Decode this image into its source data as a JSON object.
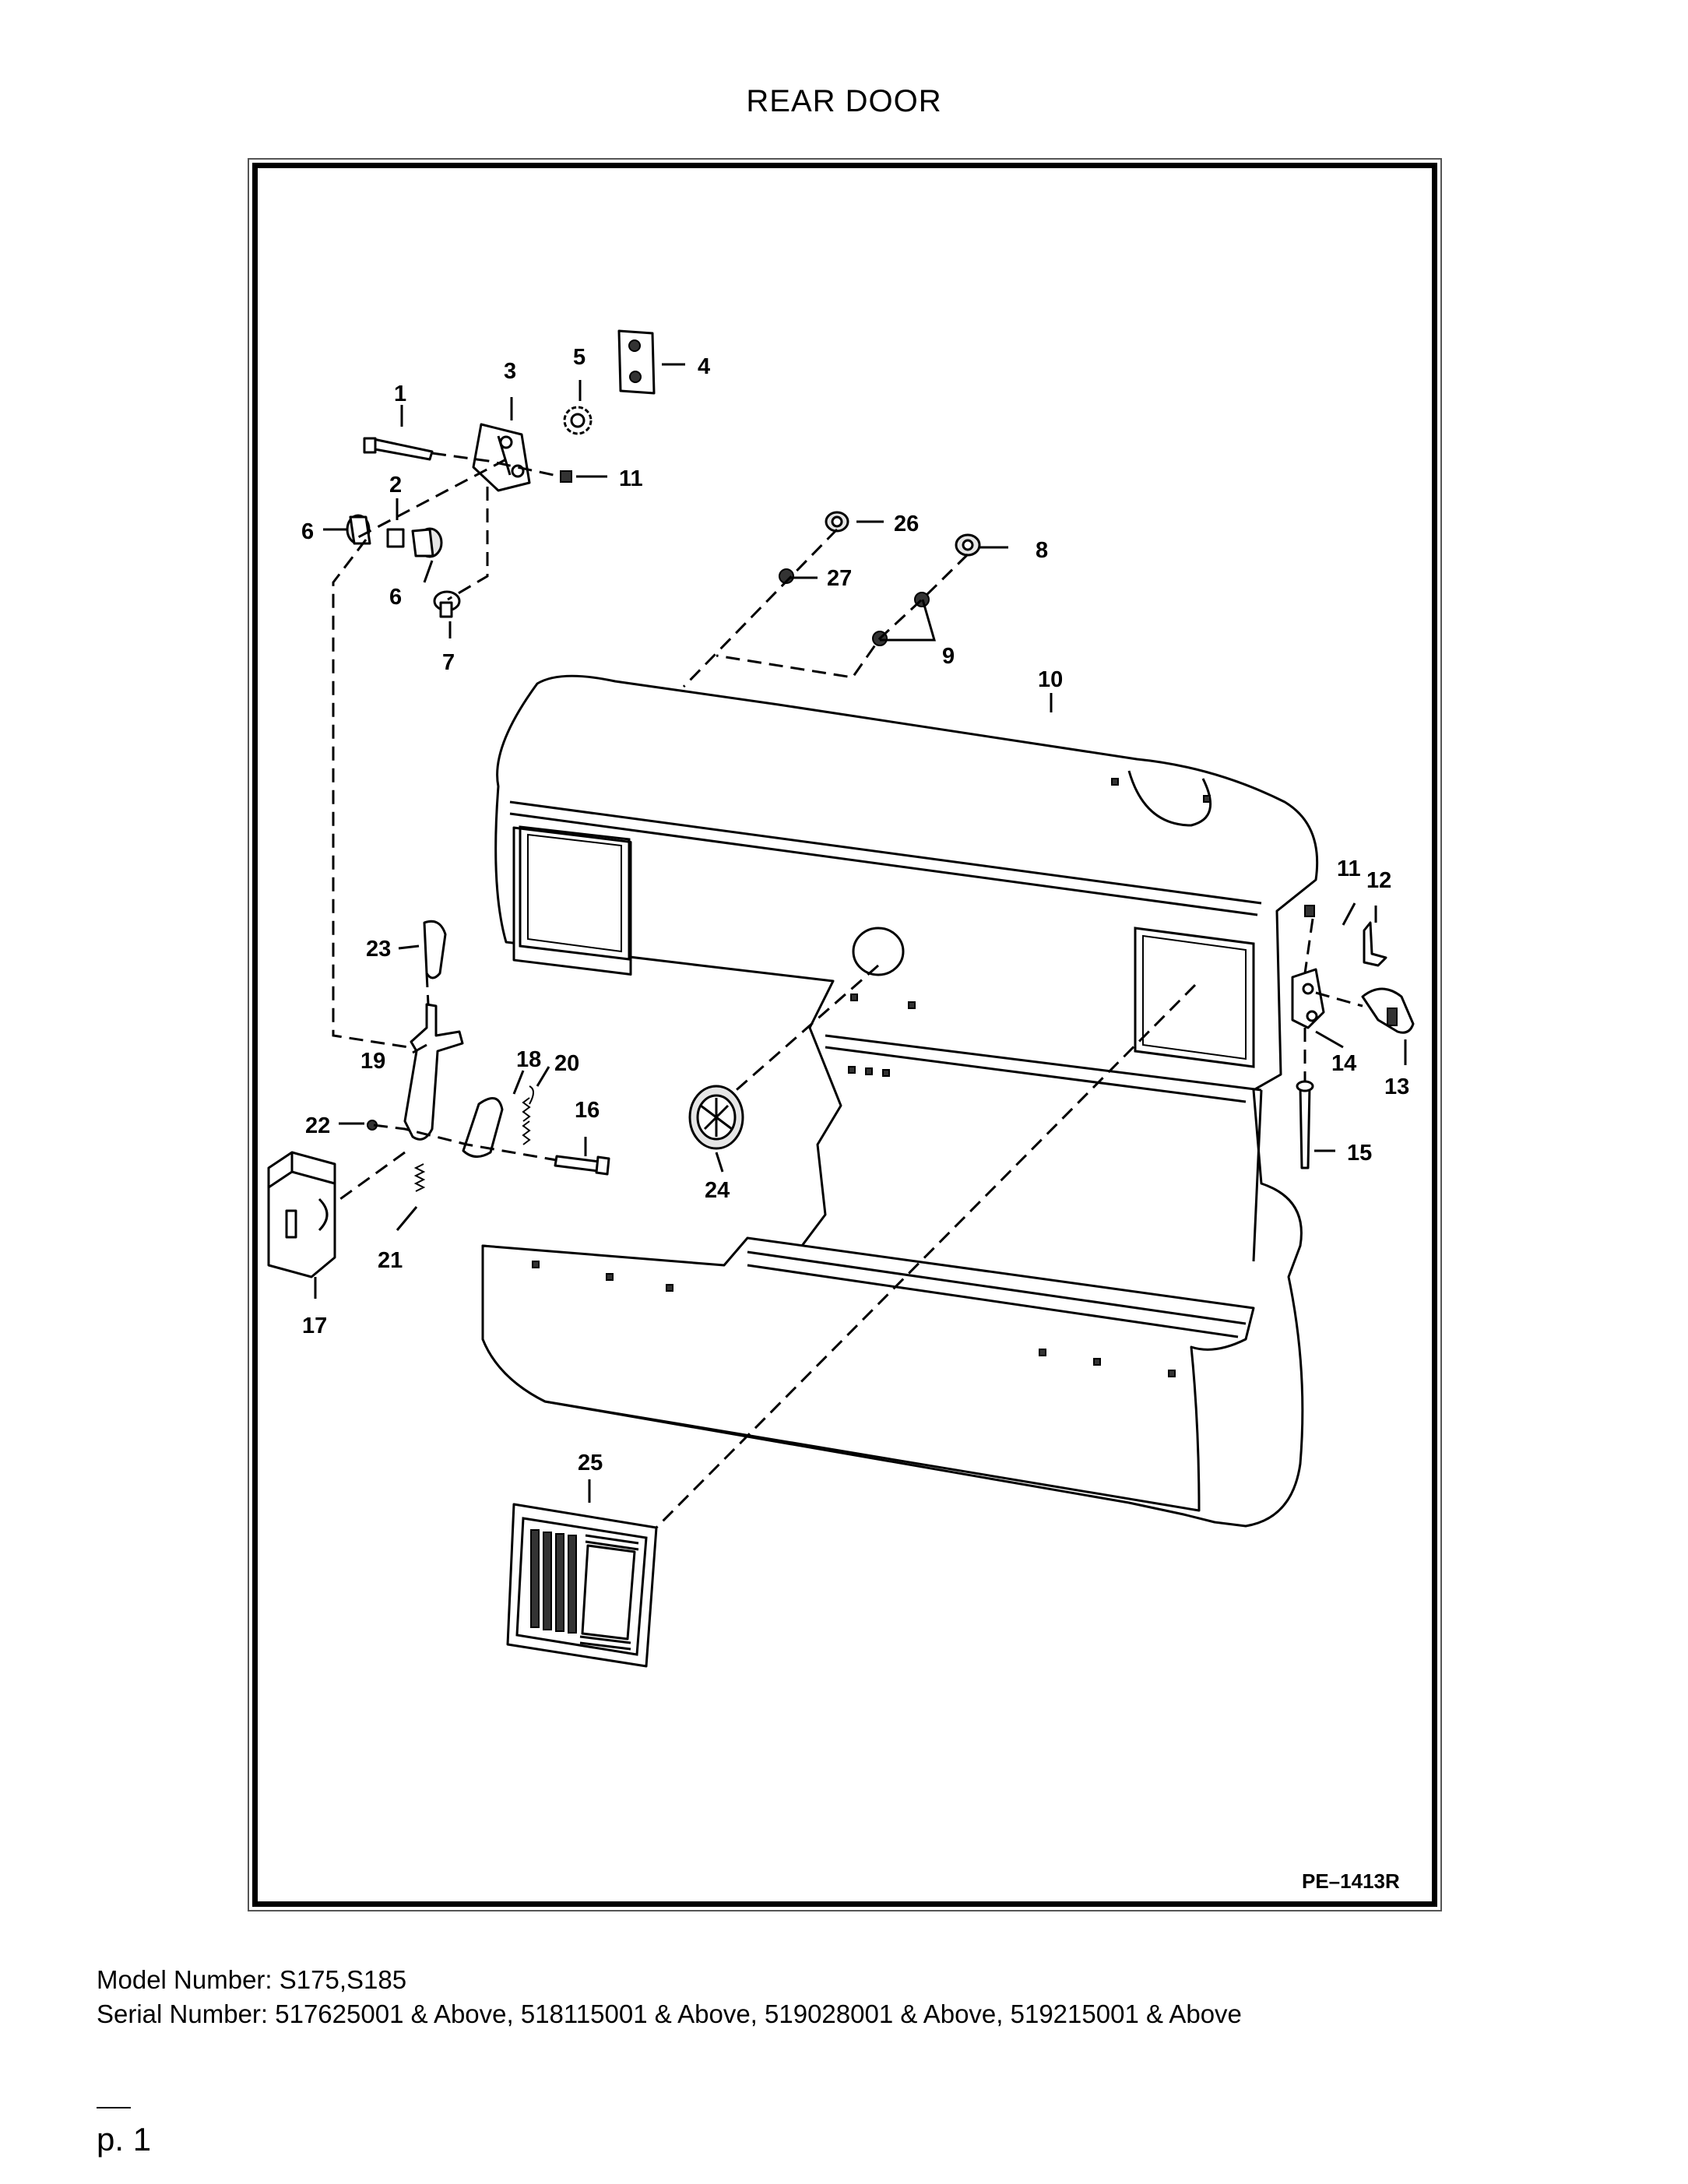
{
  "title": "REAR DOOR",
  "figure_ref": "PE–1413R",
  "callouts": [
    {
      "id": "1",
      "label": "1"
    },
    {
      "id": "2",
      "label": "2"
    },
    {
      "id": "3",
      "label": "3"
    },
    {
      "id": "4",
      "label": "4"
    },
    {
      "id": "5",
      "label": "5"
    },
    {
      "id": "6a",
      "label": "6"
    },
    {
      "id": "6b",
      "label": "6"
    },
    {
      "id": "7",
      "label": "7"
    },
    {
      "id": "8",
      "label": "8"
    },
    {
      "id": "9",
      "label": "9"
    },
    {
      "id": "10",
      "label": "10"
    },
    {
      "id": "11a",
      "label": "11"
    },
    {
      "id": "11b",
      "label": "11"
    },
    {
      "id": "12",
      "label": "12"
    },
    {
      "id": "13",
      "label": "13"
    },
    {
      "id": "14",
      "label": "14"
    },
    {
      "id": "15",
      "label": "15"
    },
    {
      "id": "16",
      "label": "16"
    },
    {
      "id": "17",
      "label": "17"
    },
    {
      "id": "18",
      "label": "18"
    },
    {
      "id": "19",
      "label": "19"
    },
    {
      "id": "20",
      "label": "20"
    },
    {
      "id": "21",
      "label": "21"
    },
    {
      "id": "22",
      "label": "22"
    },
    {
      "id": "23",
      "label": "23"
    },
    {
      "id": "24",
      "label": "24"
    },
    {
      "id": "25",
      "label": "25"
    },
    {
      "id": "26",
      "label": "26"
    },
    {
      "id": "27",
      "label": "27"
    }
  ],
  "footer": {
    "model": "Model Number: S175,S185",
    "serial": "Serial Number: 517625001 & Above, 518115001 & Above, 519028001 & Above, 519215001 & Above",
    "page": "p. 1"
  }
}
